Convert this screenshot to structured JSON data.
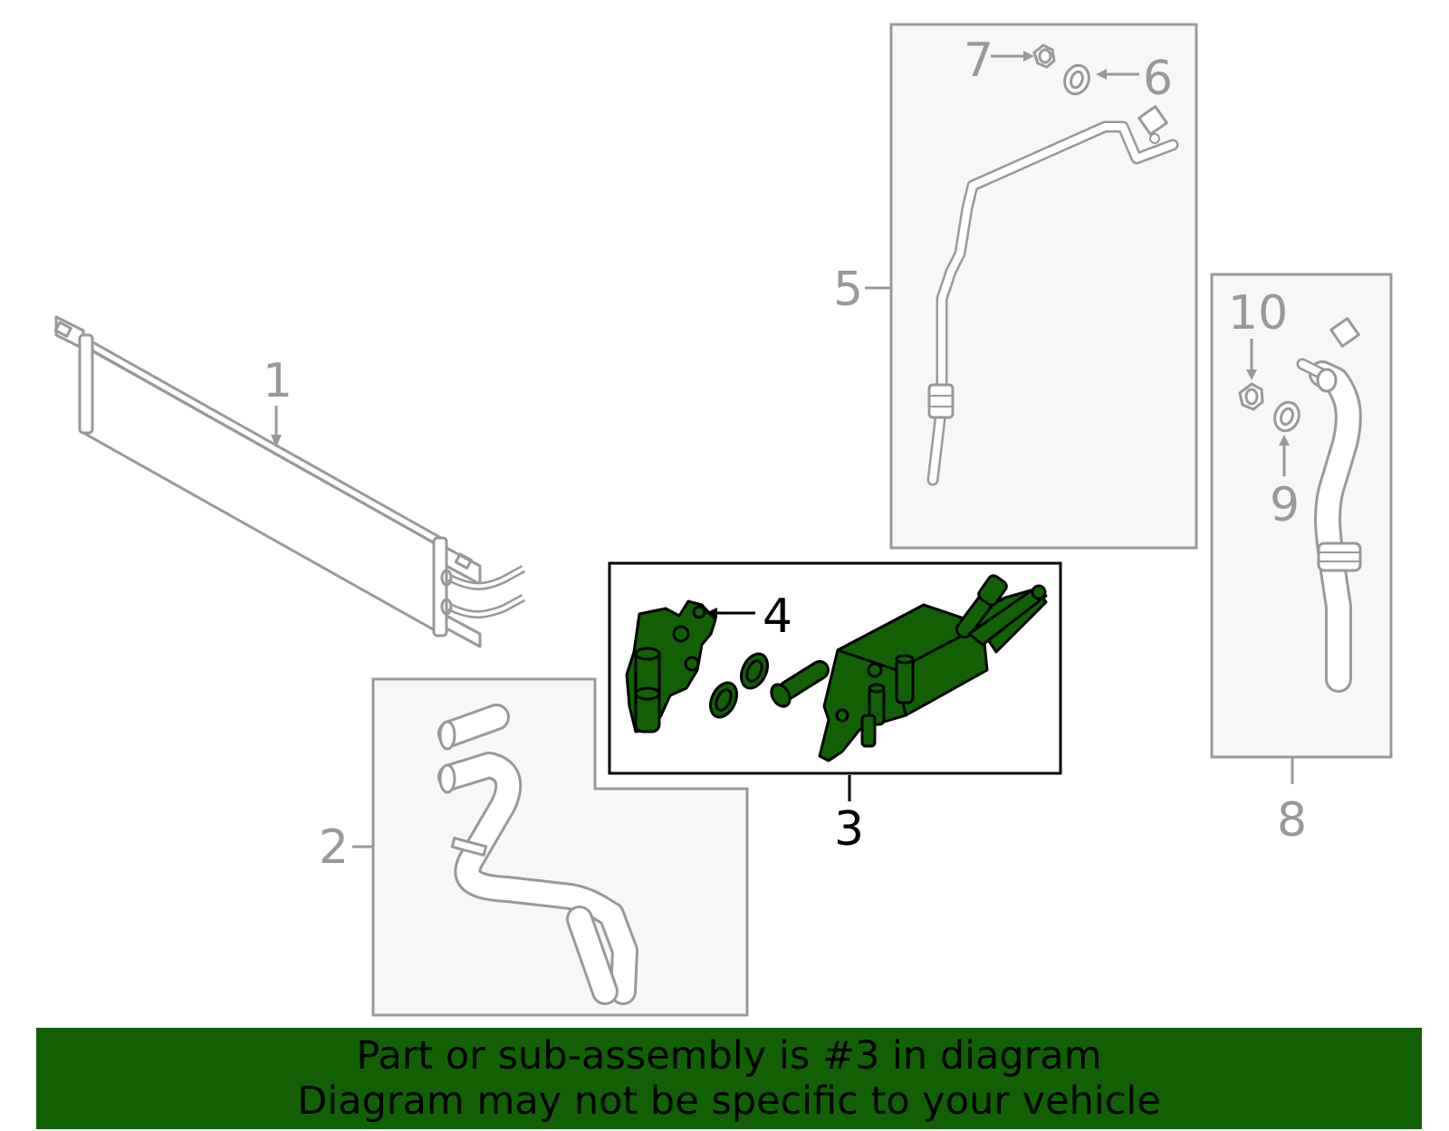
{
  "callouts": {
    "c1": "1",
    "c2": "2",
    "c3": "3",
    "c4": "4",
    "c5": "5",
    "c6": "6",
    "c7": "7",
    "c8": "8",
    "c9": "9",
    "c10": "10"
  },
  "highlighted_part": "3",
  "banner": {
    "line1": "Part or sub-assembly is #3 in diagram",
    "line2": "Diagram may not be specific to your vehicle"
  },
  "colors": {
    "highlight": "#116104",
    "line_grey": "#999999",
    "box_fill": "#f7f7f7",
    "banner_bg": "#116104"
  }
}
